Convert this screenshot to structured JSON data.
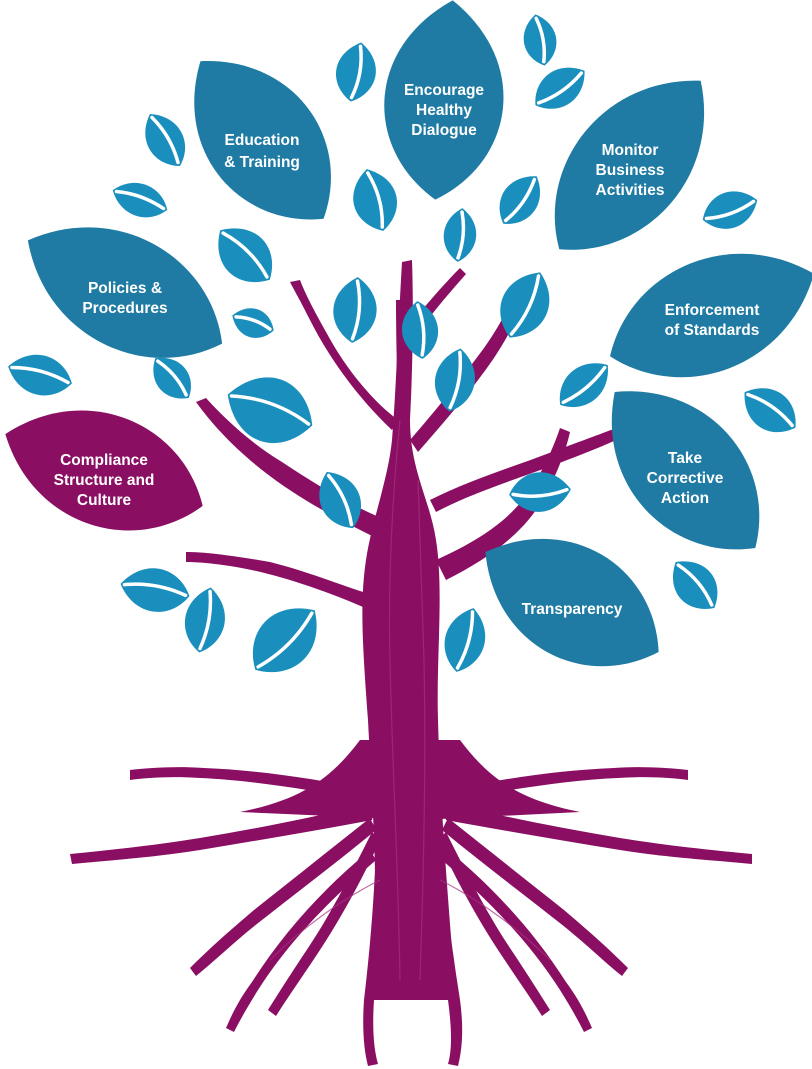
{
  "colors": {
    "leaf_primary": "#1f7ba3",
    "leaf_small": "#1a8fbd",
    "leaf_highlight": "#8a0f63",
    "trunk": "#8a0f63",
    "trunk_vein": "#a8307f",
    "background": "#ffffff",
    "label_text": "#ffffff"
  },
  "tree": {
    "labeled_leaves": [
      {
        "id": "education-training",
        "lines": [
          "Education",
          "& Training"
        ],
        "highlight": false
      },
      {
        "id": "encourage-healthy-dialogue",
        "lines": [
          "Encourage",
          "Healthy",
          "Dialogue"
        ],
        "highlight": false
      },
      {
        "id": "monitor-business-activities",
        "lines": [
          "Monitor",
          "Business",
          "Activities"
        ],
        "highlight": false
      },
      {
        "id": "policies-procedures",
        "lines": [
          "Policies &",
          "Procedures"
        ],
        "highlight": false
      },
      {
        "id": "enforcement-of-standards",
        "lines": [
          "Enforcement",
          "of Standards"
        ],
        "highlight": false
      },
      {
        "id": "compliance-structure-culture",
        "lines": [
          "Compliance",
          "Structure and",
          "Culture"
        ],
        "highlight": true
      },
      {
        "id": "take-corrective-action",
        "lines": [
          "Take",
          "Corrective",
          "Action"
        ],
        "highlight": false
      },
      {
        "id": "transparency",
        "lines": [
          "Transparency"
        ],
        "highlight": false
      }
    ]
  }
}
